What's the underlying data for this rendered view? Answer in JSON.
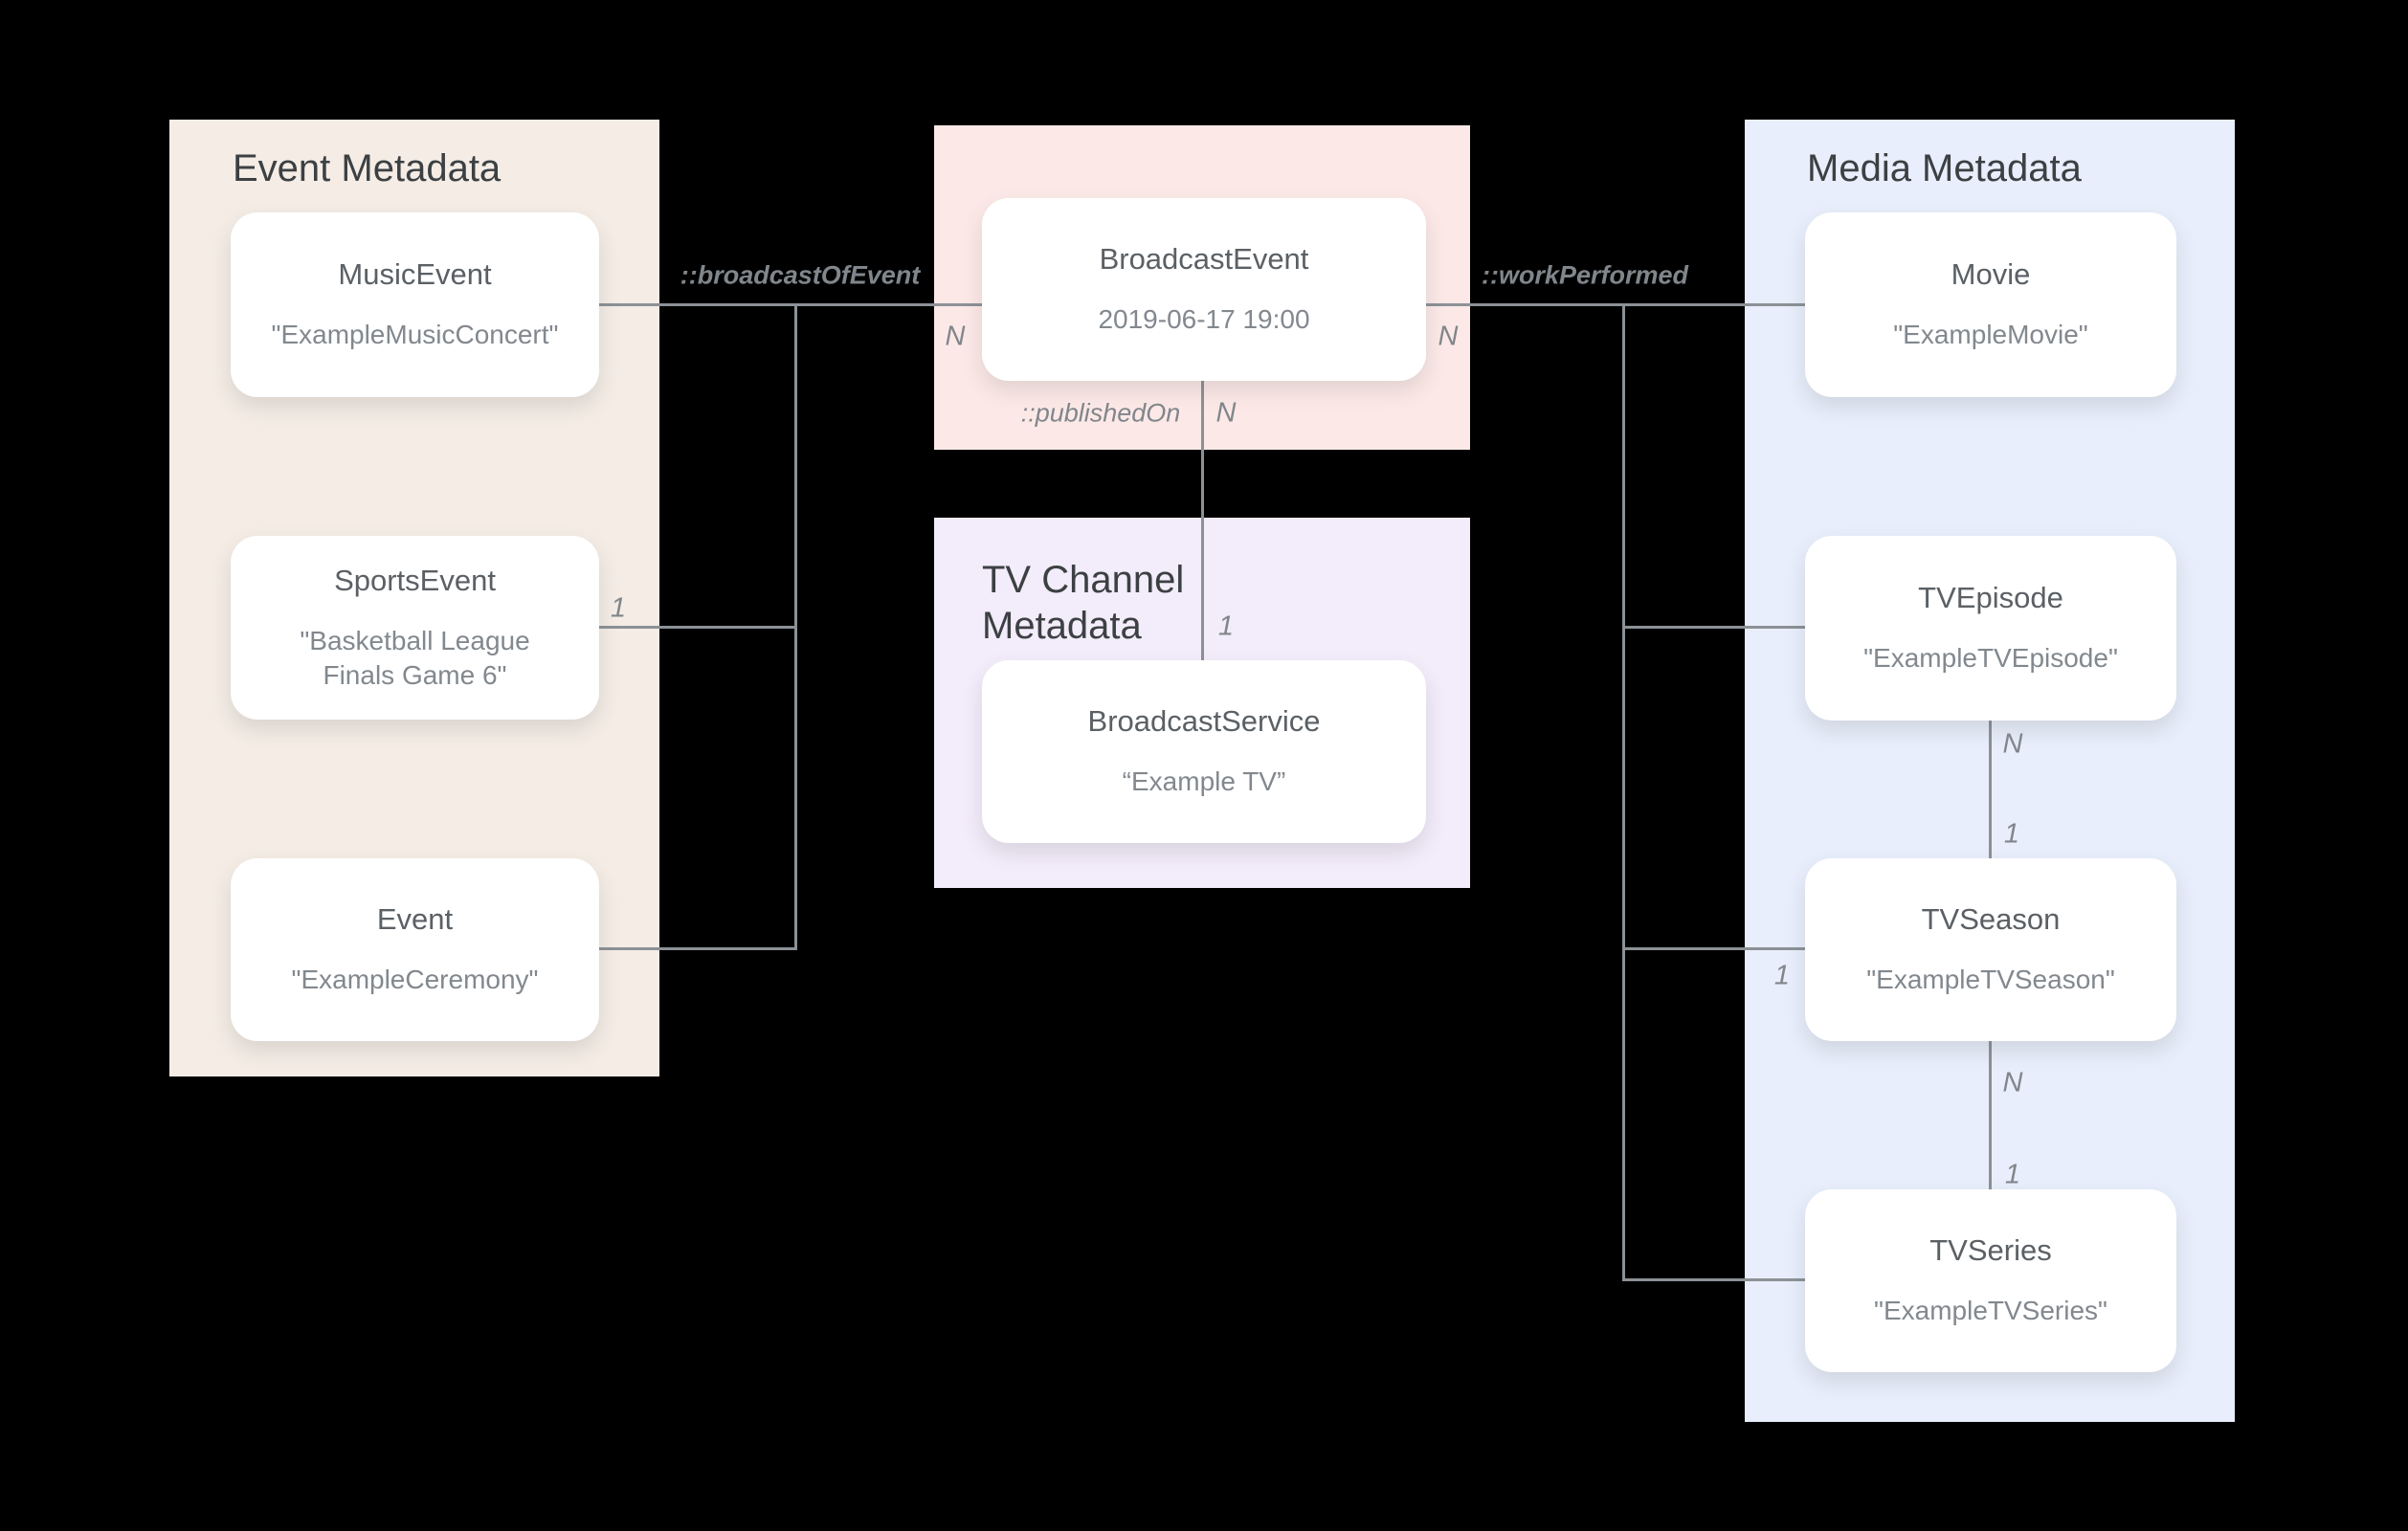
{
  "panels": {
    "event": {
      "title": "Event Metadata"
    },
    "tv_channel": {
      "title": "TV Channel Metadata"
    },
    "media": {
      "title": "Media Metadata"
    }
  },
  "cards": {
    "music_event": {
      "title": "MusicEvent",
      "value": "\"ExampleMusicConcert\""
    },
    "sports_event": {
      "title": "SportsEvent",
      "value": "\"Basketball League Finals Game 6\""
    },
    "event": {
      "title": "Event",
      "value": "\"ExampleCeremony\""
    },
    "broadcast_event": {
      "title": "BroadcastEvent",
      "value": "2019-06-17 19:00"
    },
    "broadcast_service": {
      "title": "BroadcastService",
      "value": "“Example TV”"
    },
    "movie": {
      "title": "Movie",
      "value": "\"ExampleMovie\""
    },
    "tv_episode": {
      "title": "TVEpisode",
      "value": "\"ExampleTVEpisode\""
    },
    "tv_season": {
      "title": "TVSeason",
      "value": "\"ExampleTVSeason\""
    },
    "tv_series": {
      "title": "TVSeries",
      "value": "\"ExampleTVSeries\""
    }
  },
  "relationships": {
    "broadcast_of_event": "::broadcastOfEvent",
    "work_performed": "::workPerformed",
    "published_on": "::publishedOn"
  },
  "cardinalities": {
    "broadcast_left_n": "N",
    "work_right_n": "N",
    "published_n": "N",
    "published_1": "1",
    "sports_1": "1",
    "season_1": "1",
    "episode_season_n": "N",
    "episode_season_1": "1",
    "season_series_n": "N",
    "season_series_1": "1"
  },
  "colors": {
    "background": "#000000",
    "event_panel": "#f4ece5",
    "broadcast_panel": "#fce9e7",
    "tv_channel_panel": "#f3ecfa",
    "media_panel": "#e8eefb",
    "card": "#ffffff",
    "line": "#8c9196",
    "panel_title_text": "#3c4043",
    "card_title_text": "#5b6065",
    "card_value_text": "#82888e",
    "edge_label_text": "#80868b"
  }
}
